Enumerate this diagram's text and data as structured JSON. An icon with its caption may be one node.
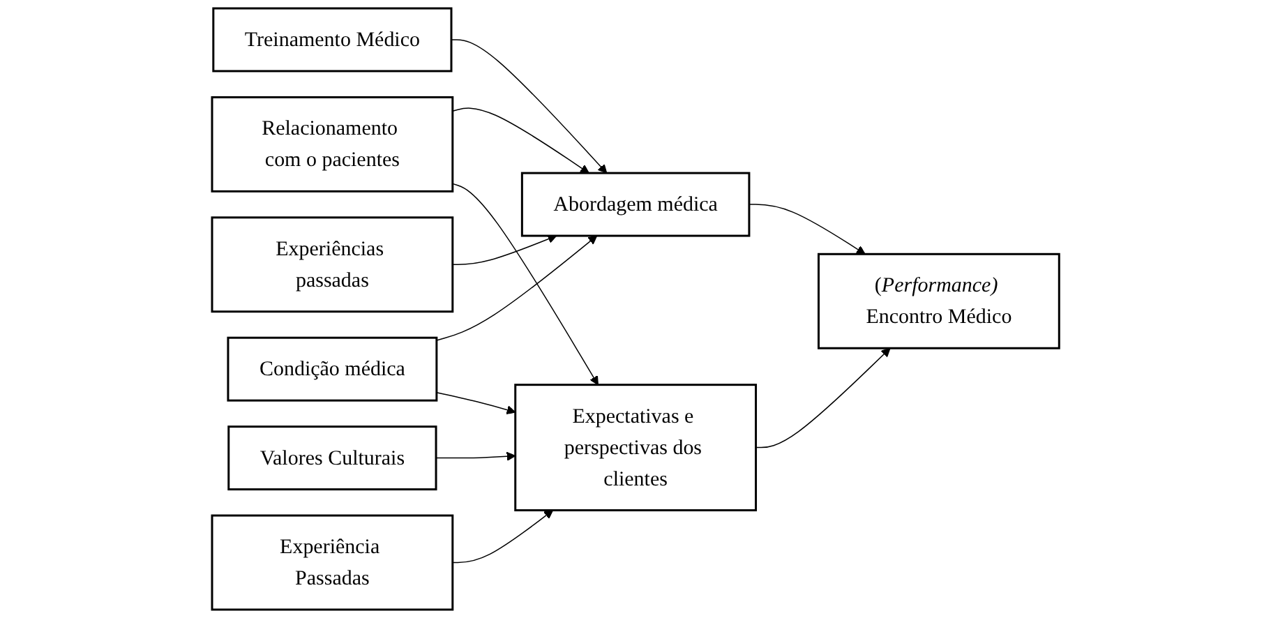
{
  "diagram": {
    "nodes": [
      {
        "text": [
          "Relacionamento com o pacientes"
        ]
      },
      {
        "text": [
          "Treinamento Médico"
        ]
      },
      {
        "text": [
          "Valores Culturais"
        ]
      },
      {
        "text": [
          "Abordagem médica"
        ]
      },
      {
        "text": [
          "(*Performance)* Encontro Médico"
        ]
      },
      {
        "text": [
          "Expectativas e perspectivas dos clientes"
        ]
      },
      {
        "text": [
          "Experiências passadas"
        ]
      },
      {
        "text": [
          "Condição médica"
        ]
      },
      {
        "text": [
          "Experiência Passadas"
        ]
      }
    ],
    "edges": [
      {
        "from": 0,
        "to": 3,
        "arrow": "to"
      },
      {
        "from": 0,
        "to": 5,
        "arrow": "to"
      },
      {
        "from": 1,
        "to": 3,
        "arrow": "to"
      },
      {
        "from": 2,
        "to": 5,
        "arrow": "to"
      },
      {
        "from": 3,
        "to": 4,
        "arrow": "to"
      },
      {
        "from": 5,
        "to": 4,
        "arrow": "to"
      },
      {
        "from": 6,
        "to": 3,
        "arrow": "to"
      },
      {
        "from": 7,
        "to": 3,
        "arrow": "to"
      },
      {
        "from": 7,
        "to": 5,
        "arrow": "to"
      },
      {
        "from": 8,
        "to": 5,
        "arrow": "to"
      }
    ]
  }
}
